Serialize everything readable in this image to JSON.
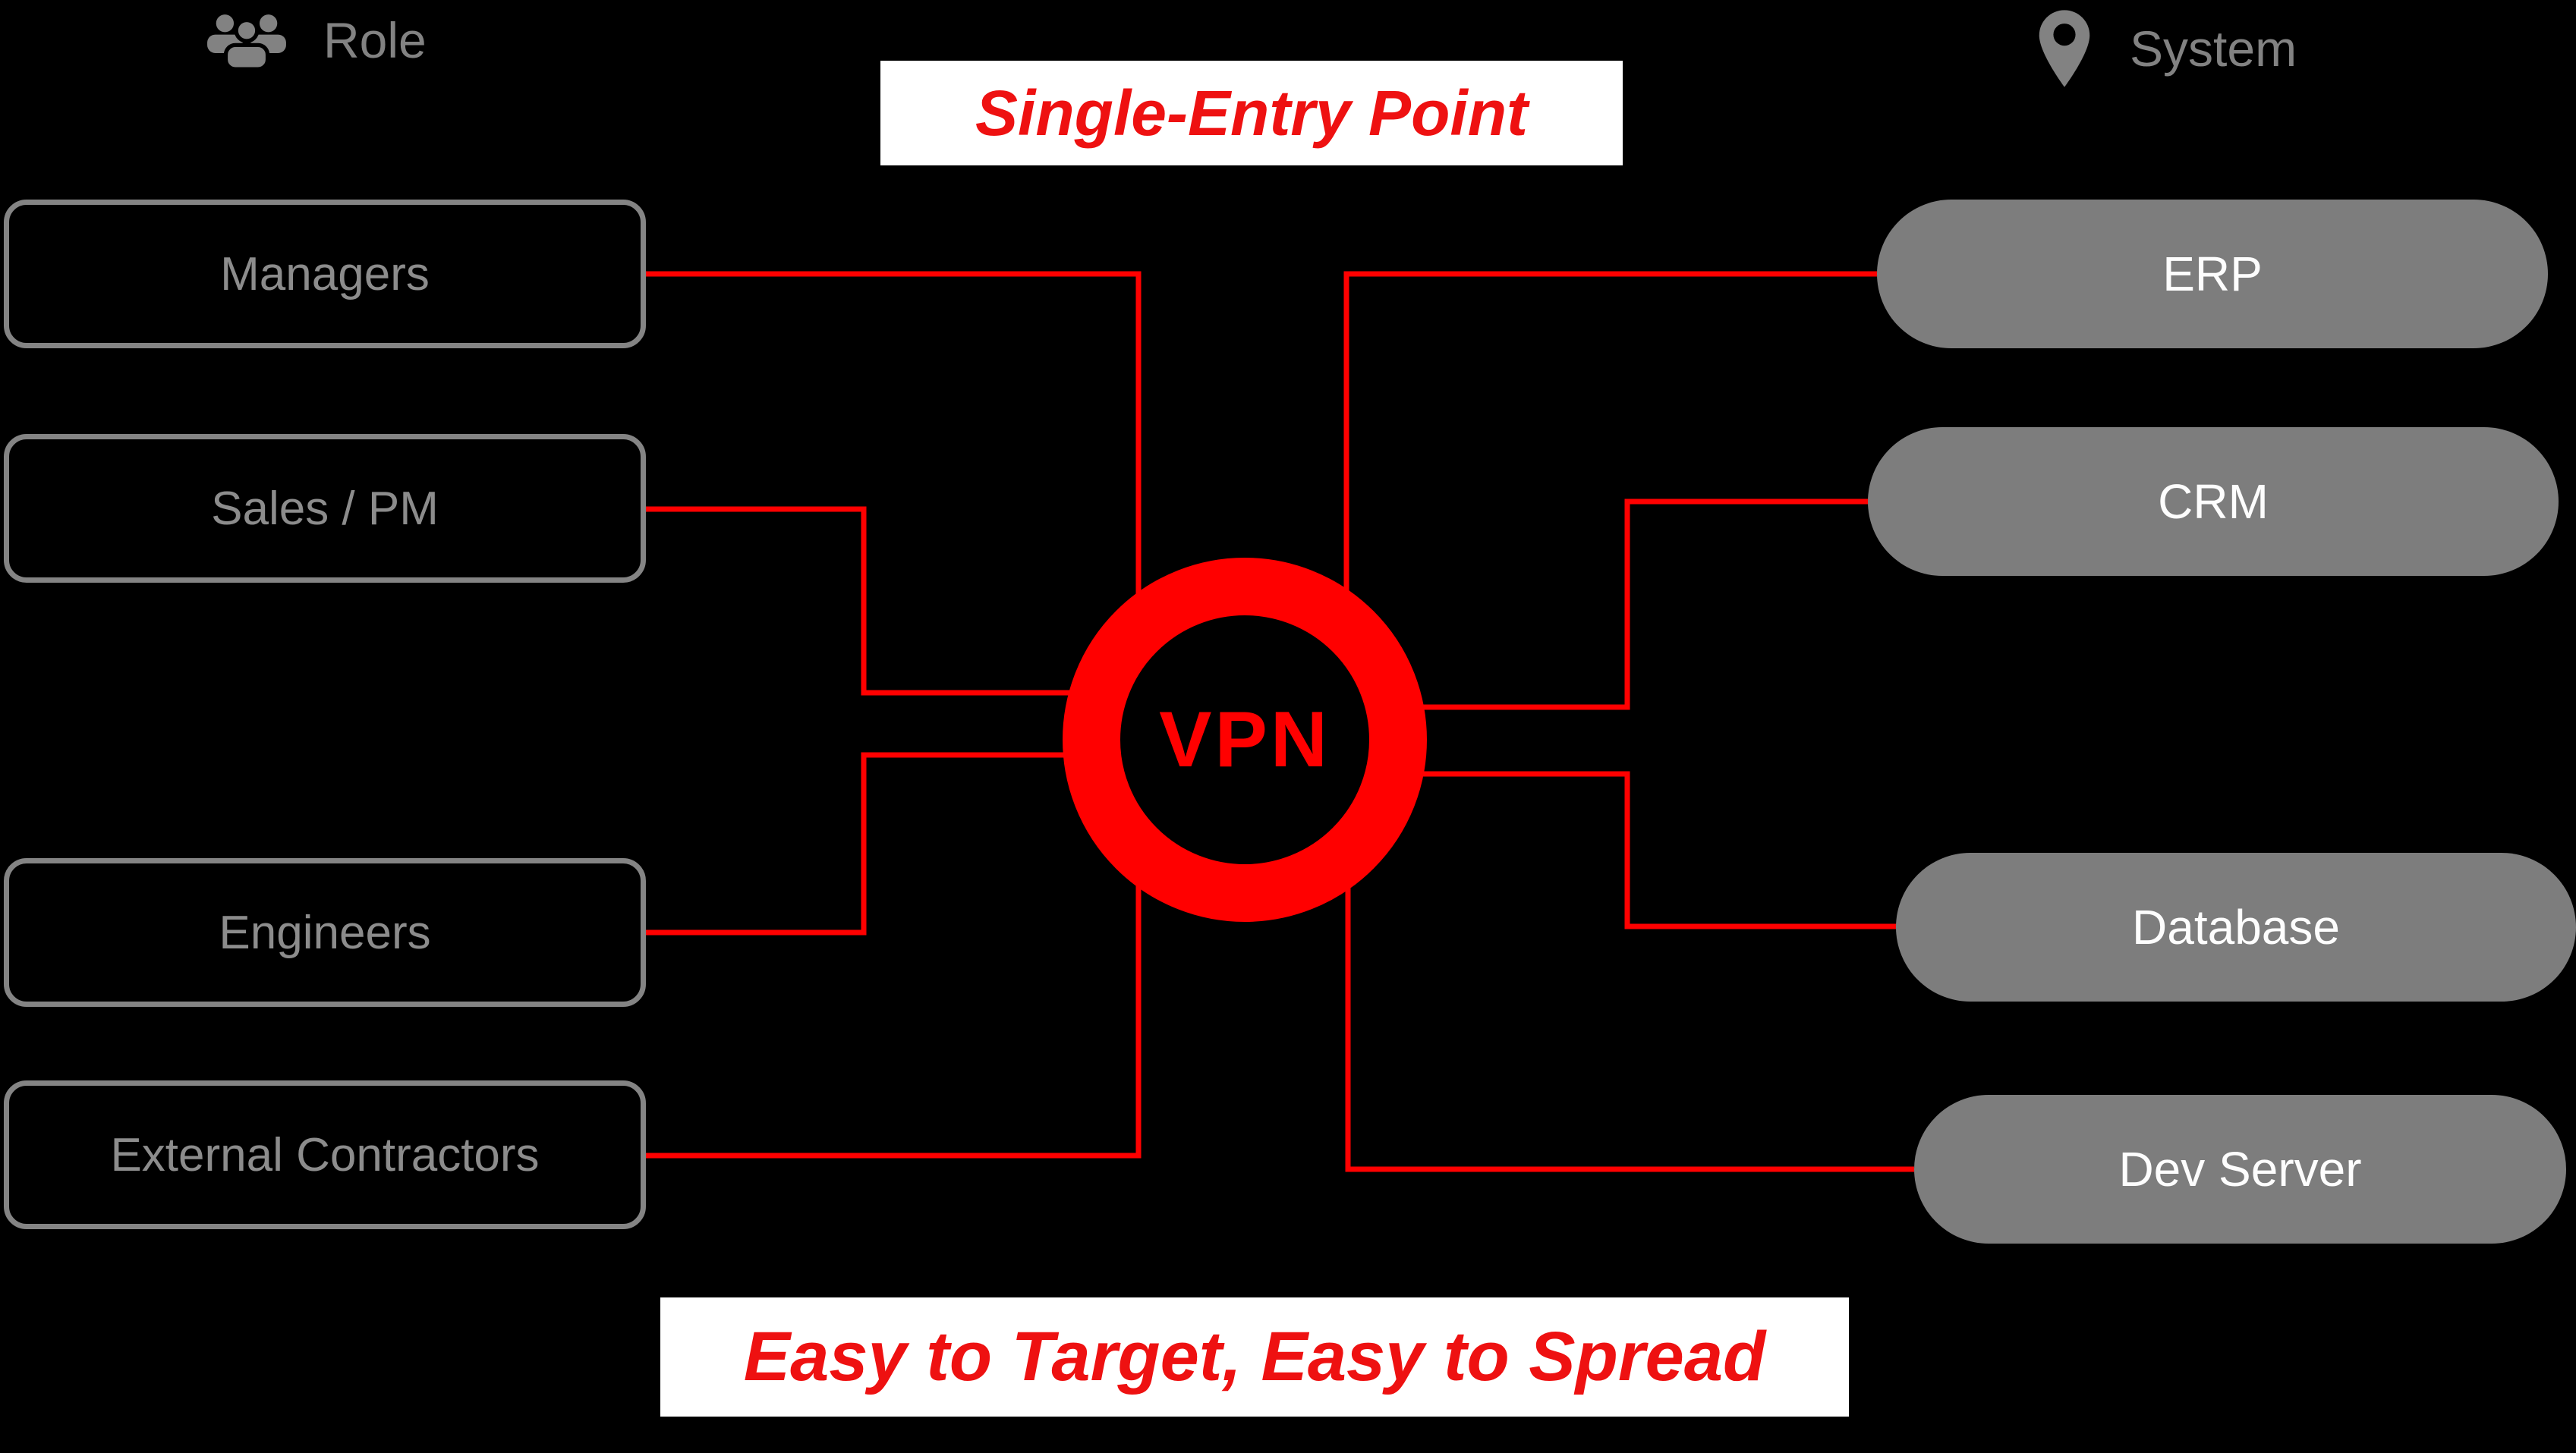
{
  "legend": {
    "role": {
      "label": "Role",
      "icon": "people-group-icon"
    },
    "system": {
      "label": "System",
      "icon": "location-pin-icon"
    }
  },
  "banners": {
    "top": "Single-Entry Point",
    "bottom": "Easy to Target, Easy to Spread"
  },
  "hub": {
    "label": "VPN"
  },
  "roles": [
    {
      "label": "Managers"
    },
    {
      "label": "Sales / PM"
    },
    {
      "label": "Engineers"
    },
    {
      "label": "External Contractors"
    }
  ],
  "systems": [
    {
      "label": "ERP"
    },
    {
      "label": "CRM"
    },
    {
      "label": "Database"
    },
    {
      "label": "Dev Server"
    }
  ],
  "edges": [
    {
      "from": "Managers",
      "to": "VPN"
    },
    {
      "from": "Sales / PM",
      "to": "VPN"
    },
    {
      "from": "Engineers",
      "to": "VPN"
    },
    {
      "from": "External Contractors",
      "to": "VPN"
    },
    {
      "from": "VPN",
      "to": "ERP"
    },
    {
      "from": "VPN",
      "to": "CRM"
    },
    {
      "from": "VPN",
      "to": "Database"
    },
    {
      "from": "VPN",
      "to": "Dev Server"
    }
  ],
  "colors": {
    "background": "#000000",
    "line_red": "#ff0000",
    "hub_ring_red": "#ff0000",
    "hub_text_red": "#ff0000",
    "banner_text_red": "#ee1111",
    "banner_background": "#ffffff",
    "role_box_border_gray": "#848484",
    "role_box_text_gray": "#8c8c8c",
    "pill_fill_gray": "#7d7d7d",
    "pill_text": "#fdfdfd",
    "legend_gray": "#828282"
  }
}
